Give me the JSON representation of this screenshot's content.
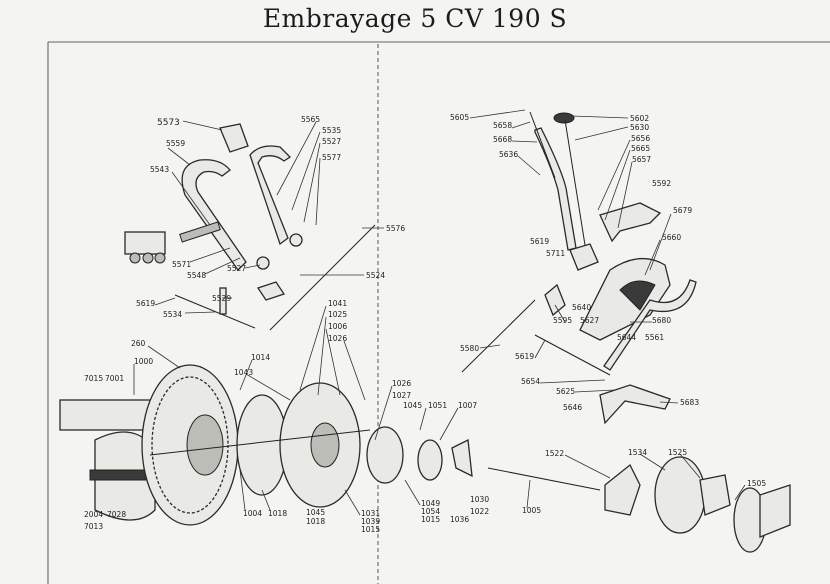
{
  "title": "Embrayage 5 CV 190 S",
  "labels": {
    "l5573": "5573",
    "l5559": "5559",
    "l5543": "5543",
    "l5565": "5565",
    "l5535": "5535",
    "l5527a": "5527",
    "l5577": "5577",
    "l5576": "5576",
    "l5571": "5571",
    "l5548": "5548",
    "l5527b": "5527",
    "l5524": "5524",
    "l5529": "5529",
    "l5619a": "5619",
    "l5534": "5534",
    "l1041": "1041",
    "l1025": "1025",
    "l1006": "1006",
    "l1026a": "1026",
    "l5605": "5605",
    "l5658": "5658",
    "l5668": "5668",
    "l5636": "5636",
    "l5602": "5602",
    "l5630": "5630",
    "l5656": "5656",
    "l5665": "5665",
    "l5657": "5657",
    "l5592": "5592",
    "l5679": "5679",
    "l5660": "5660",
    "l5619b": "5619",
    "l5711": "5711",
    "l5640": "5640",
    "l5595": "5595",
    "l5627": "5627",
    "l5680": "5680",
    "l5644": "5644",
    "l5561": "5561",
    "l5580": "5580",
    "l5619c": "5619",
    "l5654": "5654",
    "l5625": "5625",
    "l5683": "5683",
    "l5646": "5646",
    "l260": "260",
    "l1000": "1000",
    "l7015": "7015",
    "l7001": "7001",
    "l1014": "1014",
    "l1043": "1043",
    "l1026b": "1026",
    "l1027": "1027",
    "l1045a": "1045",
    "l1051": "1051",
    "l1007": "1007",
    "l2004": "2004",
    "l7028": "7028",
    "l7013": "7013",
    "l1004": "1004",
    "l1018a": "1018",
    "l1045b": "1045",
    "l1018b": "1018",
    "l1031": "1031",
    "l1039": "1039",
    "l1015a": "1015",
    "l1049": "1049",
    "l1054": "1054",
    "l1015b": "1015",
    "l1036": "1036",
    "l1030": "1030",
    "l1022": "1022",
    "l1005": "1005",
    "l1522": "1522",
    "l1534": "1534",
    "l1525": "1525",
    "l1505": "1505"
  }
}
